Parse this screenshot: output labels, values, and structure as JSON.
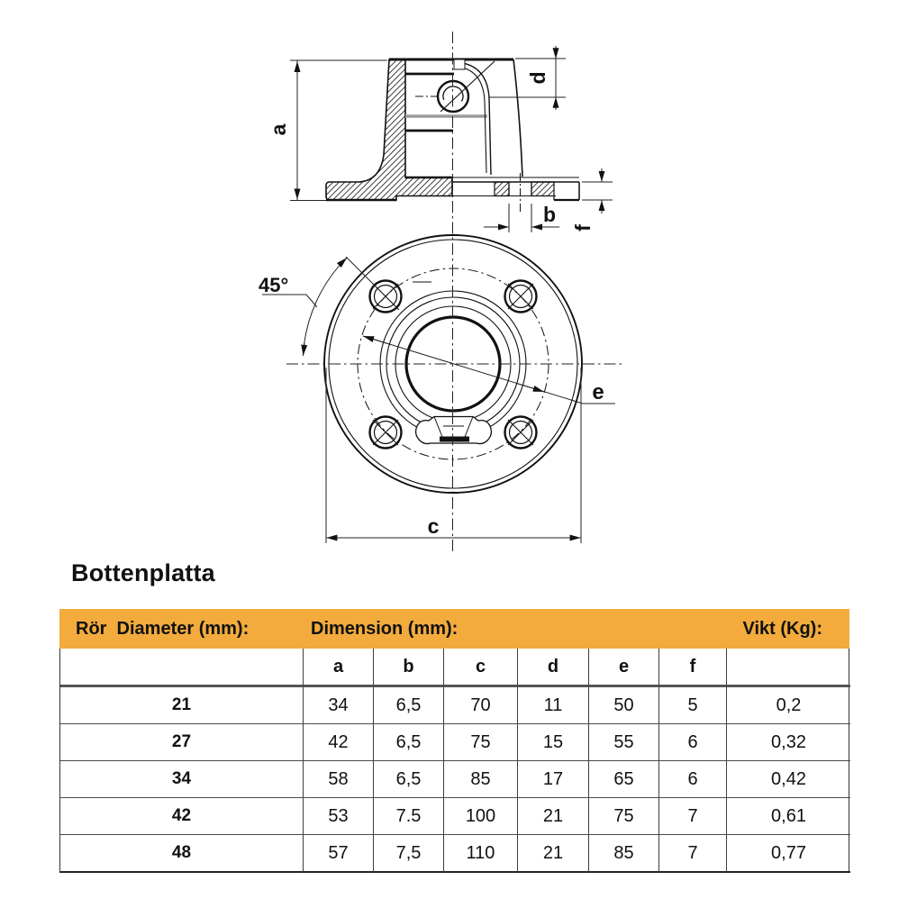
{
  "title": "Bottenplatta",
  "drawing": {
    "description": "Two-view technical drawing of a base plate pipe fitting: half-sectioned side elevation above, plan view with four bolt holes below",
    "labels": {
      "a": "a",
      "b": "b",
      "c": "c",
      "d": "d",
      "e": "e",
      "f": "f",
      "angle": "45°"
    }
  },
  "table": {
    "accent_color": "#F2AB3C",
    "header": {
      "diameter": "Rör  Diameter (mm):",
      "dimension": "Dimension (mm):",
      "weight": "Vikt (Kg):"
    },
    "dim_letters": [
      "a",
      "b",
      "c",
      "d",
      "e",
      "f"
    ],
    "rows": [
      {
        "diameter": "21",
        "a": "34",
        "b": "6,5",
        "c": "70",
        "d": "11",
        "e": "50",
        "f": "5",
        "vikt": "0,2"
      },
      {
        "diameter": "27",
        "a": "42",
        "b": "6,5",
        "c": "75",
        "d": "15",
        "e": "55",
        "f": "6",
        "vikt": "0,32"
      },
      {
        "diameter": "34",
        "a": "58",
        "b": "6,5",
        "c": "85",
        "d": "17",
        "e": "65",
        "f": "6",
        "vikt": "0,42"
      },
      {
        "diameter": "42",
        "a": "53",
        "b": "7.5",
        "c": "100",
        "d": "21",
        "e": "75",
        "f": "7",
        "vikt": "0,61"
      },
      {
        "diameter": "48",
        "a": "57",
        "b": "7,5",
        "c": "110",
        "d": "21",
        "e": "85",
        "f": "7",
        "vikt": "0,77"
      }
    ]
  }
}
